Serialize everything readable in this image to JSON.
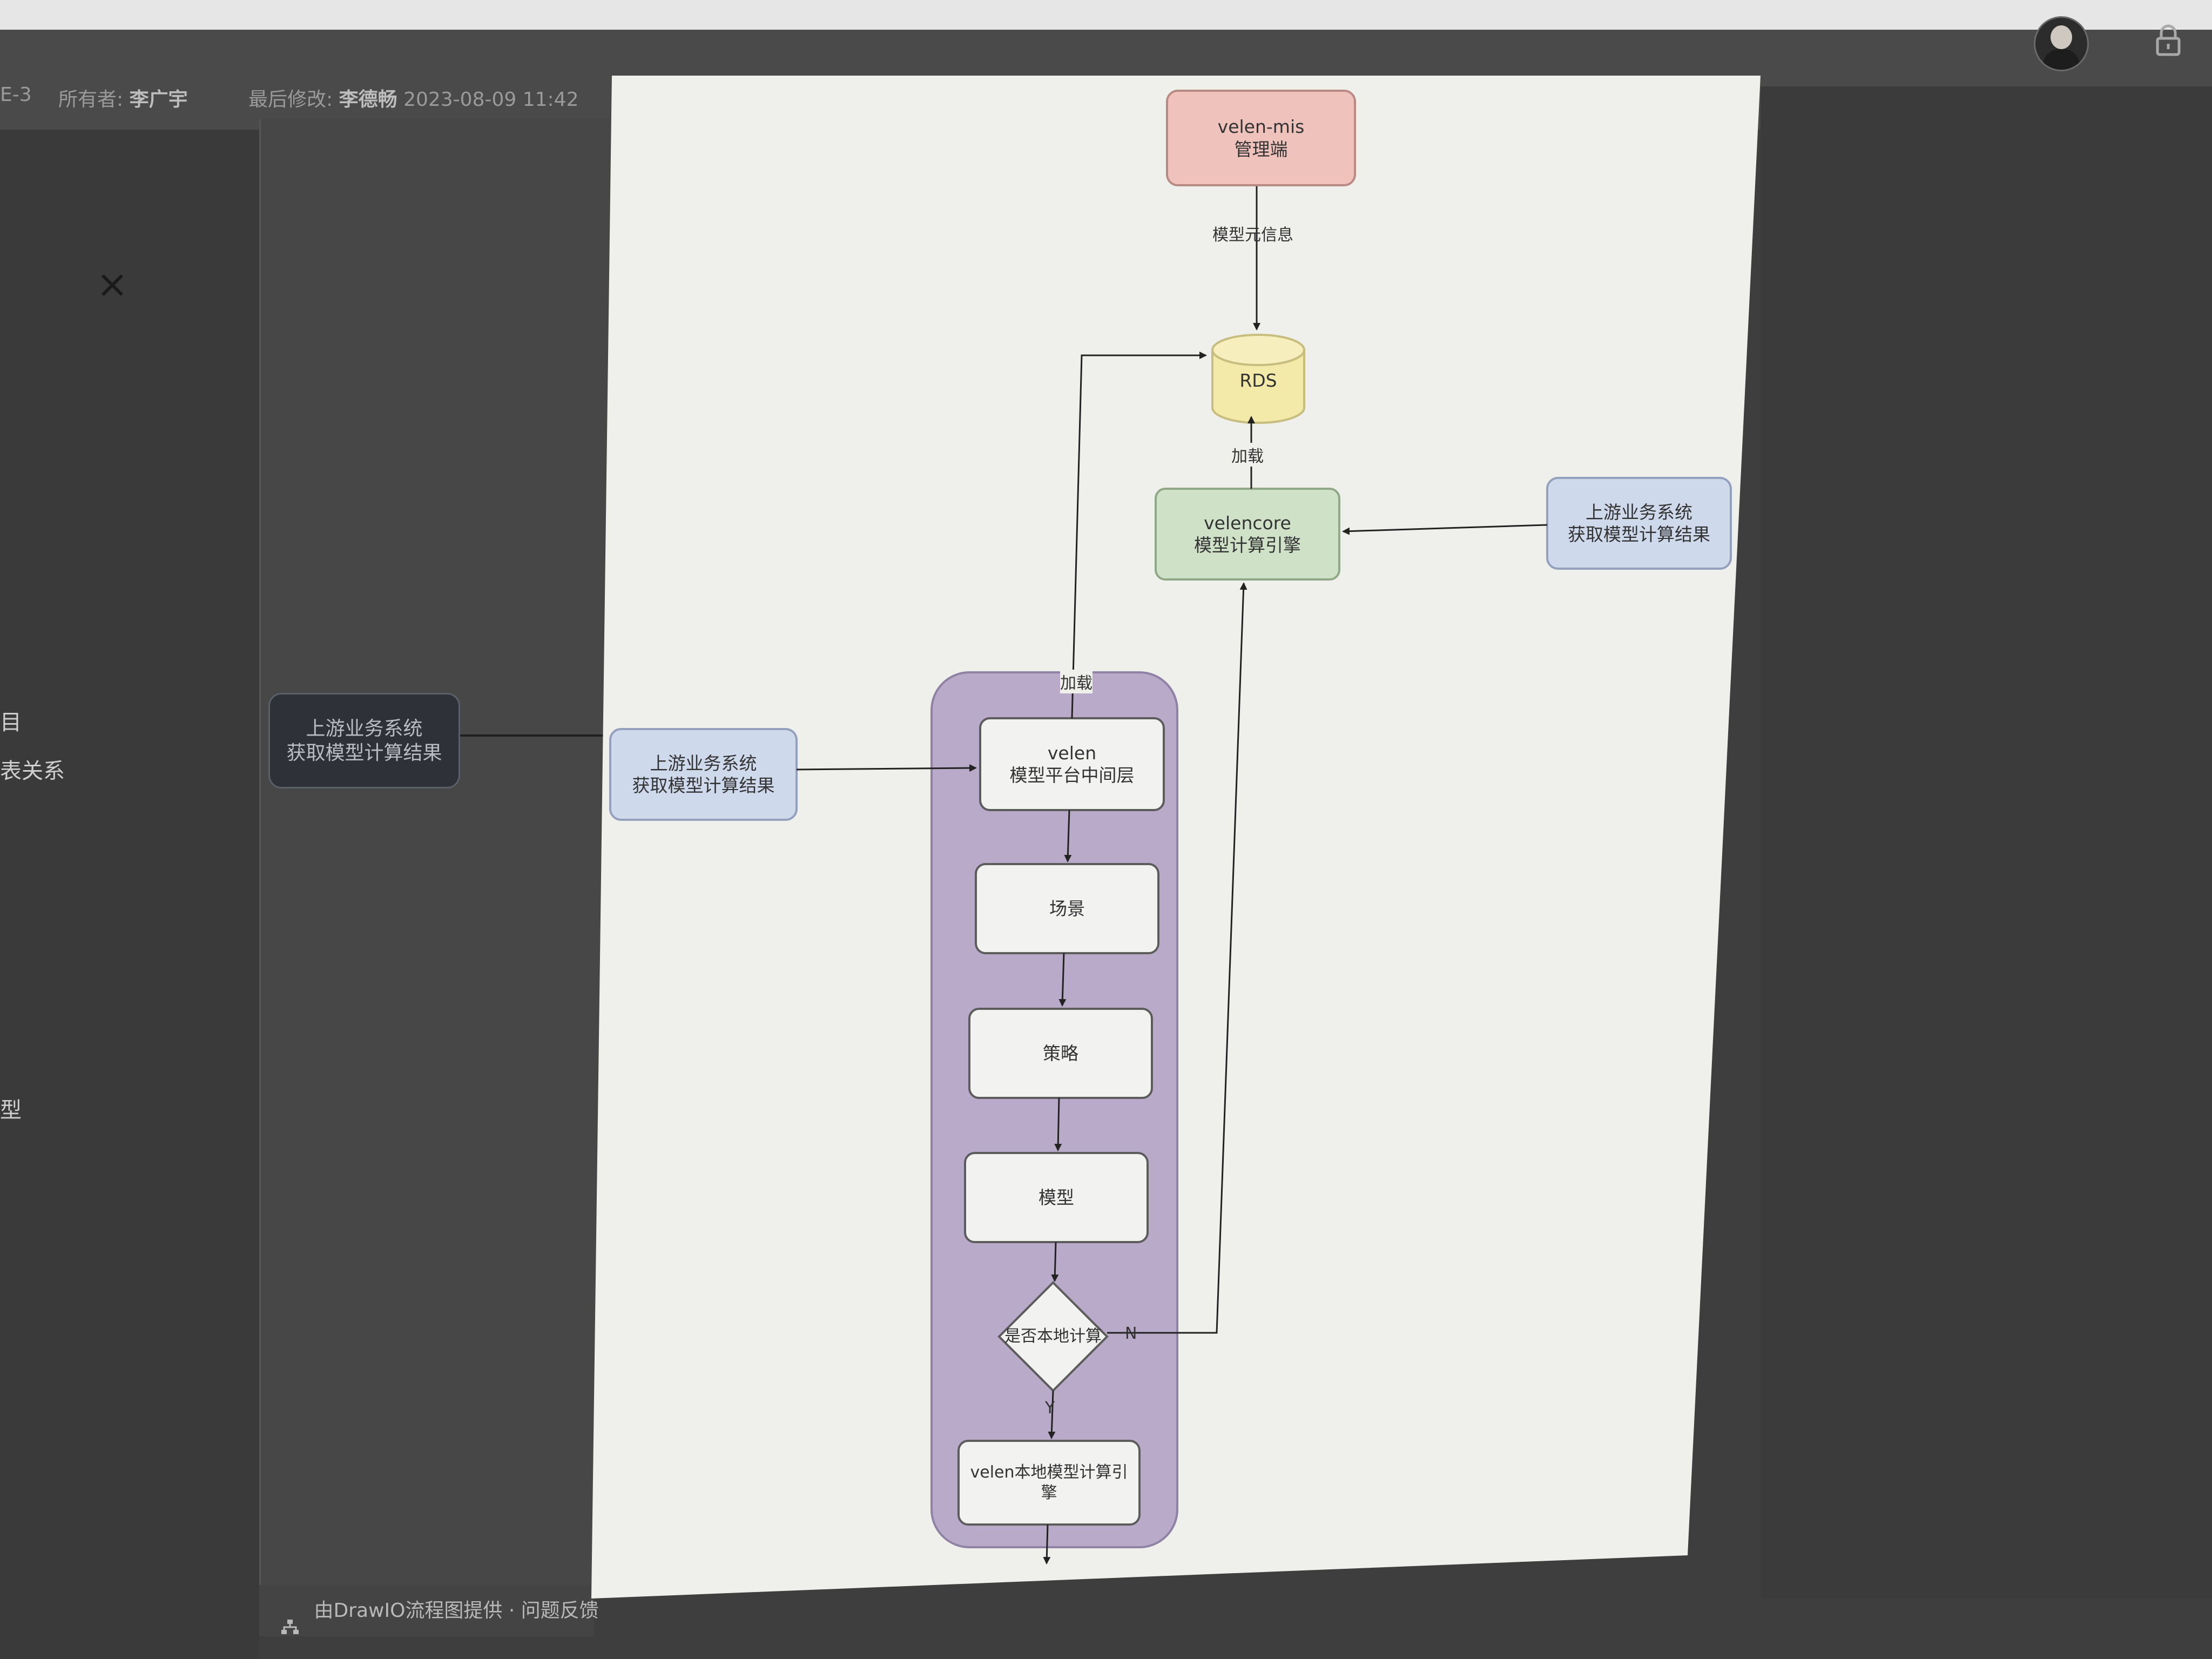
{
  "header": {
    "doc_id": "E-3",
    "owner_label": "所有者:",
    "owner_name": "李广宇",
    "modified_label": "最后修改:",
    "modified_by": "李德畅",
    "modified_time": "2023-08-09 11:42"
  },
  "sidebar": {
    "items": [
      {
        "label": "目"
      },
      {
        "label": "表关系"
      },
      {
        "label": "型"
      }
    ]
  },
  "footer": {
    "text": "由DrawIO流程图提供 · 问题反馈"
  },
  "left_node": {
    "line1": "上游业务系统",
    "line2": "获取模型计算结果"
  },
  "diagram": {
    "mis": {
      "line1": "velen-mis",
      "line2": "管理端"
    },
    "edge_meta": "模型元信息",
    "rds": "RDS",
    "edge_load_top": "加载",
    "core": {
      "line1": "velencore",
      "line2": "模型计算引擎"
    },
    "upstream_right": {
      "line1": "上游业务系统",
      "line2": "获取模型计算结果"
    },
    "edge_load_left": "加载",
    "upstream_left": {
      "line1": "上游业务系统",
      "line2": "获取模型计算结果"
    },
    "middle": {
      "line1": "velen",
      "line2": "模型平台中间层"
    },
    "scene": "场景",
    "strategy": "策略",
    "model": "模型",
    "decision": "是否本地计算",
    "edge_no": "N",
    "edge_yes": "Y",
    "local_engine": "velen本地模型计算引擎"
  },
  "colors": {
    "mis_fill": "#efc2bb",
    "rds_fill": "#f3e9a9",
    "core_fill": "#cfe2c8",
    "upstream_fill": "#cfd9ec",
    "container_fill": "#b8aac8"
  }
}
